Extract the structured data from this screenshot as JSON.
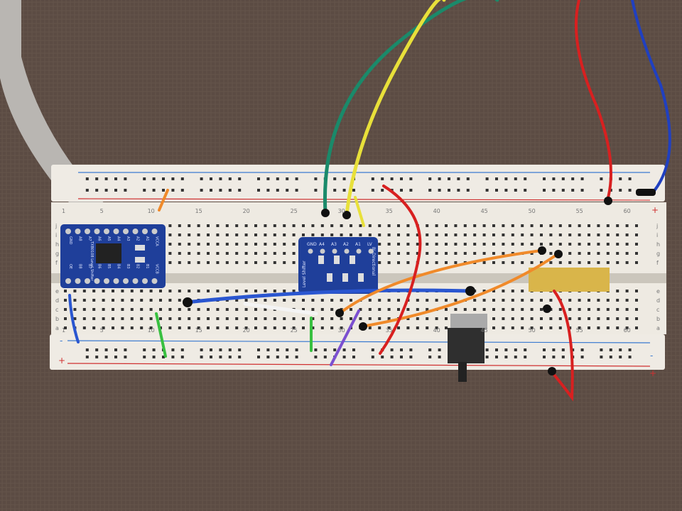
{
  "breadboard": {
    "column_numbers": [
      "1",
      "5",
      "10",
      "15",
      "20",
      "25",
      "30",
      "35",
      "40",
      "45",
      "50",
      "55",
      "60"
    ],
    "row_letters_top": [
      "j",
      "i",
      "h",
      "g",
      "f"
    ],
    "row_letters_bottom": [
      "e",
      "d",
      "c",
      "b",
      "a"
    ],
    "rail_plus": "+",
    "rail_minus": "-"
  },
  "level_shifter": {
    "pins_top": [
      "GND",
      "A4",
      "A3",
      "A2",
      "A1",
      "LV"
    ],
    "title_right": "Bi-Directional",
    "title_left": "Level Shifter"
  },
  "txb_module": {
    "name": "TXB0108 Level Shifter",
    "pins_top": [
      "GND",
      "A8",
      "A7",
      "A6",
      "A5",
      "A4",
      "A3",
      "A2",
      "A1",
      "VCCA"
    ],
    "pins_bottom": [
      "OE",
      "B8",
      "B7",
      "B6",
      "B5",
      "B4",
      "B3",
      "B2",
      "B1",
      "VCCB"
    ]
  },
  "colors": {
    "fabric": "#5b4b43",
    "board": "#eeeae2",
    "pcb": "#1f3f9a",
    "red_rail": "#d03030",
    "blue_rail": "#3a7ad0"
  }
}
